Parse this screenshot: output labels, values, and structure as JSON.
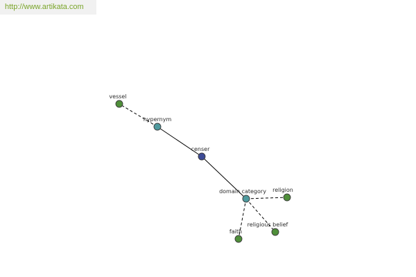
{
  "banner": {
    "url": "http://www.artikata.com"
  },
  "graph": {
    "colors": {
      "center": "#3d4b96",
      "relation": "#4f9a9e",
      "leaf": "#4f8f3a"
    },
    "nodes": [
      {
        "id": "vessel",
        "label": "vessel",
        "kind": "leaf"
      },
      {
        "id": "hypernym",
        "label": "hypernym",
        "kind": "relation"
      },
      {
        "id": "censer",
        "label": "censer",
        "kind": "center"
      },
      {
        "id": "domain_category",
        "label": "domain category",
        "kind": "relation"
      },
      {
        "id": "religion",
        "label": "religion",
        "kind": "leaf"
      },
      {
        "id": "religious_belief",
        "label": "religious belief",
        "kind": "leaf"
      },
      {
        "id": "faith",
        "label": "faith",
        "kind": "leaf"
      }
    ],
    "edges": [
      {
        "from": "hypernym",
        "to": "vessel",
        "style": "dashed"
      },
      {
        "from": "censer",
        "to": "hypernym",
        "style": "solid"
      },
      {
        "from": "censer",
        "to": "domain_category",
        "style": "solid"
      },
      {
        "from": "domain_category",
        "to": "religion",
        "style": "dashed"
      },
      {
        "from": "domain_category",
        "to": "religious_belief",
        "style": "dashed"
      },
      {
        "from": "domain_category",
        "to": "faith",
        "style": "dashed"
      }
    ]
  }
}
